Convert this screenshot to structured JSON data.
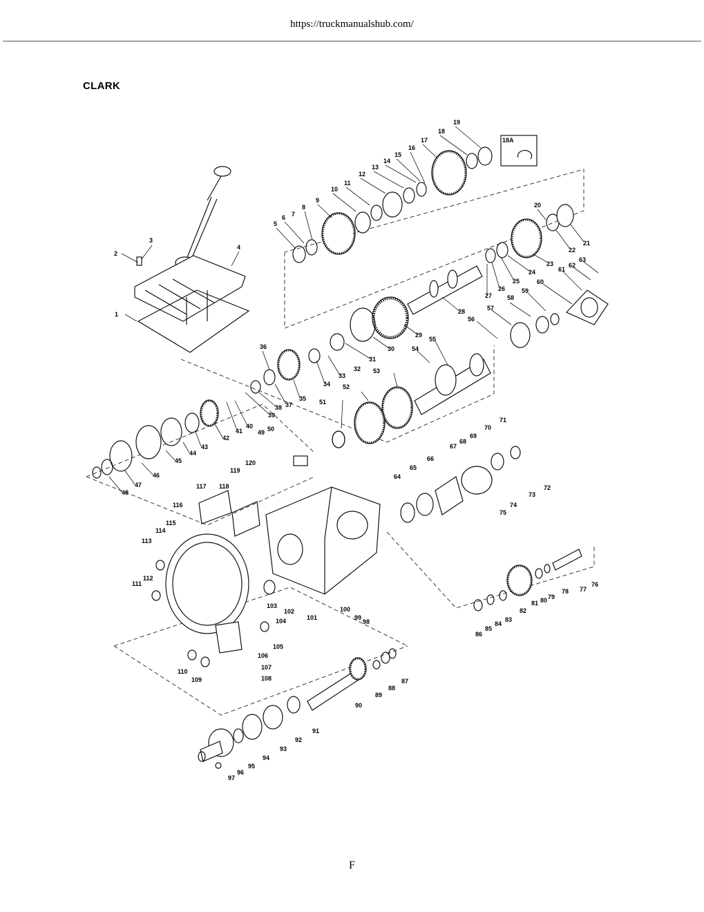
{
  "header": {
    "url": "https://truckmanualshub.com/"
  },
  "brand": "CLARK",
  "footer": {
    "page_label": "F"
  },
  "inset_label": "18A",
  "callouts": [
    "1",
    "2",
    "3",
    "4",
    "5",
    "6",
    "7",
    "8",
    "9",
    "10",
    "11",
    "12",
    "13",
    "14",
    "15",
    "16",
    "17",
    "18",
    "19",
    "20",
    "21",
    "22",
    "23",
    "24",
    "25",
    "26",
    "27",
    "28",
    "29",
    "30",
    "31",
    "32",
    "33",
    "34",
    "35",
    "36",
    "37",
    "38",
    "39",
    "40",
    "41",
    "42",
    "43",
    "44",
    "45",
    "46",
    "47",
    "48",
    "49",
    "50",
    "51",
    "52",
    "53",
    "54",
    "55",
    "56",
    "57",
    "58",
    "59",
    "60",
    "61",
    "62",
    "63",
    "64",
    "65",
    "66",
    "67",
    "68",
    "69",
    "70",
    "71",
    "72",
    "73",
    "74",
    "75",
    "76",
    "77",
    "78",
    "79",
    "80",
    "81",
    "82",
    "83",
    "84",
    "85",
    "86",
    "87",
    "88",
    "89",
    "90",
    "91",
    "92",
    "93",
    "94",
    "95",
    "96",
    "97",
    "98",
    "99",
    "100",
    "101",
    "102",
    "103",
    "104",
    "105",
    "106",
    "107",
    "108",
    "109",
    "110",
    "111",
    "112",
    "113",
    "114",
    "115",
    "116",
    "117",
    "118",
    "119",
    "120"
  ]
}
